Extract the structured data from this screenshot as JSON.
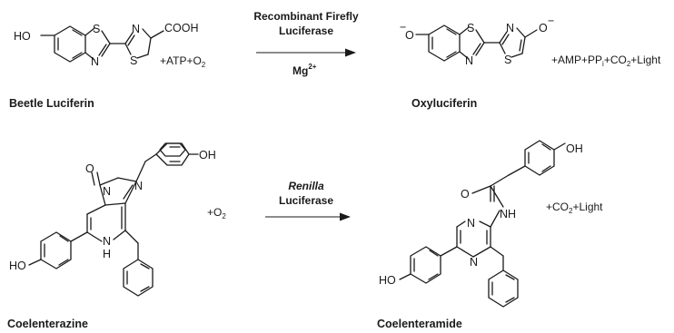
{
  "reaction1": {
    "reactant_name": "Beetle Luciferin",
    "product_name": "Oxyluciferin",
    "enzyme_line1": "Recombinant Firefly",
    "enzyme_line2": "Luciferase",
    "cofactor": "Mg",
    "cofactor_charge": "2+",
    "reactant_extras": {
      "text": "+ATP+O",
      "sub": "2"
    },
    "product_extras": {
      "p1": "+AMP+PP",
      "p1_sub": "i",
      "p2": "+CO",
      "p2_sub": "2",
      "p3": "+Light"
    },
    "labels": {
      "ho": "HO",
      "s": "S",
      "n": "N",
      "cooh": "COOH",
      "o_minus": "O",
      "minus": "−"
    }
  },
  "reaction2": {
    "reactant_name": "Coelenterazine",
    "product_name": "Coelenteramide",
    "enzyme_line1": "Renilla",
    "enzyme_line2": "Luciferase",
    "reactant_extras": {
      "text": "+O",
      "sub": "2"
    },
    "product_extras": {
      "p1": "+CO",
      "p1_sub": "2",
      "p2": "+Light"
    },
    "labels": {
      "ho": "HO",
      "oh": "OH",
      "o": "O",
      "n": "N",
      "nh": "NH",
      "h": "H"
    }
  }
}
